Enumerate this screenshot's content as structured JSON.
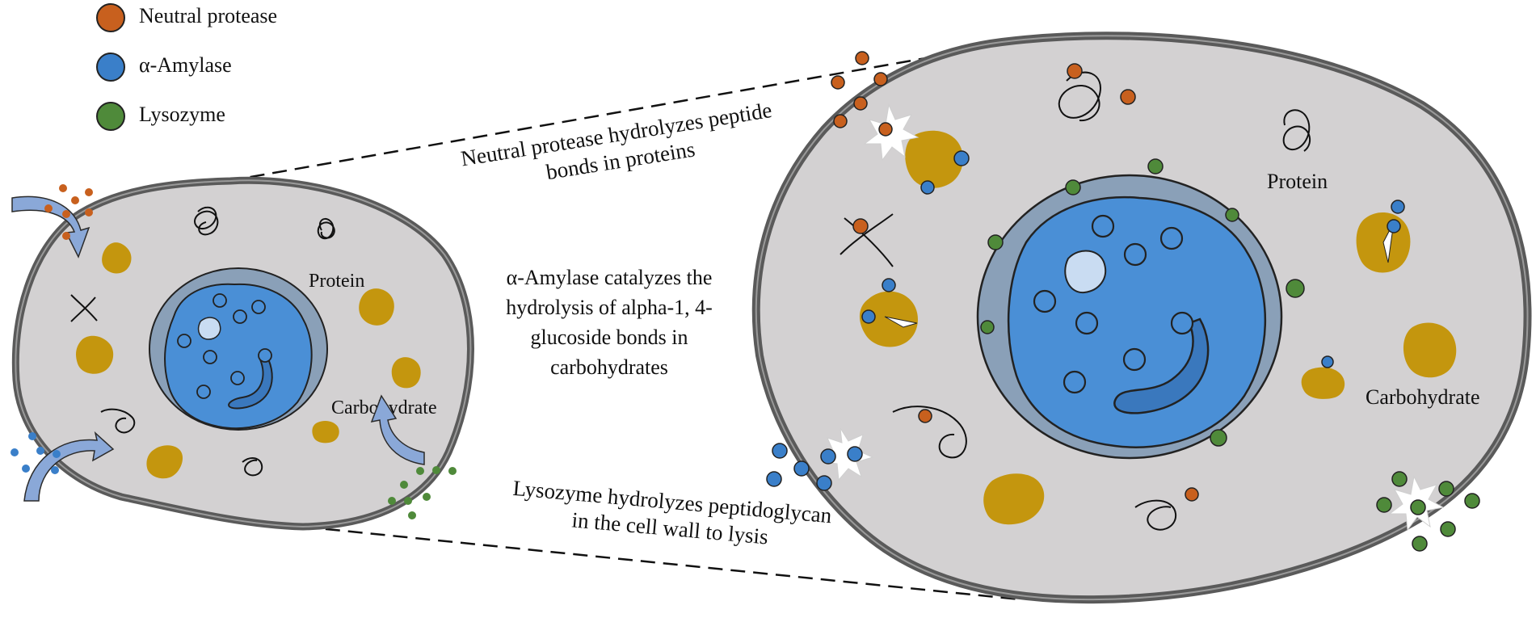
{
  "legend": {
    "items": [
      {
        "label": "Neutral protease",
        "color": "#c8601e"
      },
      {
        "label": "α-Amylase",
        "color": "#3a7fc9"
      },
      {
        "label": "Lysozyme",
        "color": "#4f8a3a"
      }
    ]
  },
  "small_cell": {
    "labels": {
      "protein": "Protein",
      "carbohydrate": "Carbohydrate"
    }
  },
  "large_cell": {
    "labels": {
      "protein": "Protein",
      "carbohydrate": "Carbohydrate"
    }
  },
  "descriptions": {
    "protease_line1": "Neutral protease hydrolyzes peptide",
    "protease_line2": "bonds in proteins",
    "amylase_line1": "α-Amylase catalyzes the",
    "amylase_line2": "hydrolysis of alpha-1, 4-",
    "amylase_line3": "glucoside bonds in",
    "amylase_line4": "carbohydrates",
    "lysozyme_line1": "Lysozyme hydrolyzes peptidoglycan",
    "lysozyme_line2": "in the cell wall to lysis"
  },
  "colors": {
    "cytoplasm": "#d3d1d2",
    "cell_wall": "#5a5a5a",
    "nucleus_outer": "#8aa0b8",
    "nucleus_inner": "#4a8fd6",
    "nucleolus": "#c9dcf2",
    "carbohydrate": "#c4960e",
    "arrow": "#8aa8d8"
  }
}
